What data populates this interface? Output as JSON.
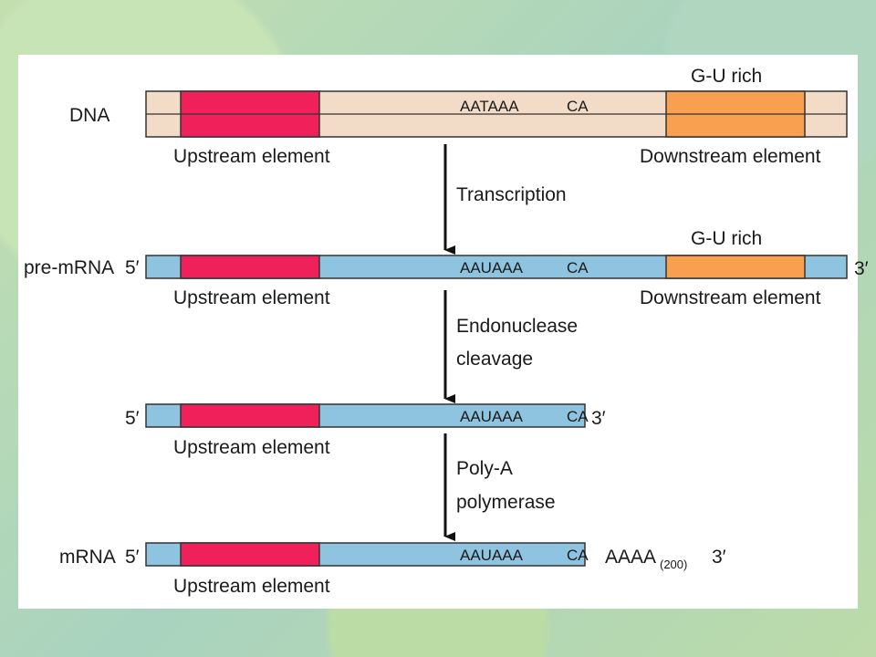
{
  "colors": {
    "dna_fill": "#f2dcc8",
    "rna_fill": "#8ec4e0",
    "upstream": "#f0205a",
    "downstream": "#f8a050",
    "outline": "#333333"
  },
  "rows": {
    "dna": {
      "label": "DNA",
      "sequence": "AATAAA",
      "ca": "CA",
      "gu_label": "G-U rich",
      "upstream_label": "Upstream element",
      "downstream_label": "Downstream element"
    },
    "pre_mrna": {
      "label": "pre-mRNA",
      "five_prime": "5′",
      "three_prime": "3′",
      "sequence": "AAUAAA",
      "ca": "CA",
      "gu_label": "G-U rich",
      "upstream_label": "Upstream element",
      "downstream_label": "Downstream element"
    },
    "cleaved": {
      "five_prime": "5′",
      "three_prime": "3′",
      "sequence": "AAUAAA",
      "ca": "CA",
      "upstream_label": "Upstream element"
    },
    "mrna": {
      "label": "mRNA",
      "five_prime": "5′",
      "three_prime": "3′",
      "sequence": "AAUAAA",
      "ca": "CA",
      "poly_a": "AAAA",
      "poly_a_count": "(200)",
      "upstream_label": "Upstream element"
    }
  },
  "steps": {
    "transcription": "Transcription",
    "cleavage_line1": "Endonuclease",
    "cleavage_line2": "cleavage",
    "polya_line1": "Poly-A",
    "polya_line2": "polymerase"
  }
}
